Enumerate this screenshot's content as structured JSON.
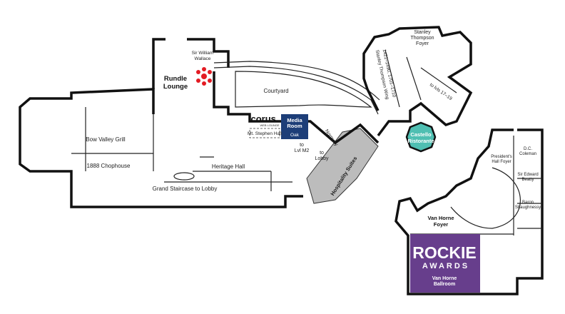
{
  "map": {
    "rooms": {
      "rundle_lounge": [
        "Rundle",
        "Lounge"
      ],
      "sir_william_wallace": [
        "Sir William",
        "Wallace"
      ],
      "courtyard": "Courtyard",
      "bow_valley_grill": "Bow Valley Grill",
      "chophouse": "1888 Chophouse",
      "grand_staircase": "Grand Staircase to Lobby",
      "heritage_hall": "Heritage Hall",
      "mt_stephen_hall": "Mt. Stephen Hall",
      "media_room": [
        "Media",
        "Room"
      ],
      "oak": "Oak",
      "norquay": "Norquay",
      "to_lvl_m2": [
        "to",
        "Lvl M2"
      ],
      "to_lobby": [
        "to",
        "Lobby"
      ],
      "hospitality_suites": "Hospitality Suites",
      "stanley_thompson_foyer": [
        "Stanley",
        "Thompson",
        "Foyer"
      ],
      "stanley_thompson_wing": [
        "Stanley Thompson Wing",
        "1421–1490, 1701–1710"
      ],
      "to_lvls": "to lvls 17–19",
      "castello": [
        "Castello",
        "Ristorante"
      ],
      "presidents_hall_foyer": [
        "President's",
        "Hall Foyer"
      ],
      "dc_coleman": [
        "D.C.",
        "Coleman"
      ],
      "sir_edward_beatty": [
        "Sir Edward",
        "Beatty"
      ],
      "baron_shaughnessy": [
        "Baron",
        "Shaughnessy"
      ],
      "van_horne_foyer": [
        "Van Horne",
        "Foyer"
      ],
      "van_horne_ballroom": [
        "Van Horne",
        "Ballroom"
      ]
    },
    "sponsors": {
      "corus": "corus.",
      "corus_sub": "WEB LOUNGE",
      "rockie": "ROCKIE",
      "awards": "AWARDS"
    },
    "colors": {
      "rockie_purple": "#673e8c",
      "castello_teal": "#4fbfb2",
      "media_navy": "#1d3e78",
      "hospitality_grey": "#bcbcbc",
      "cbc_red": "#e31b23"
    }
  }
}
